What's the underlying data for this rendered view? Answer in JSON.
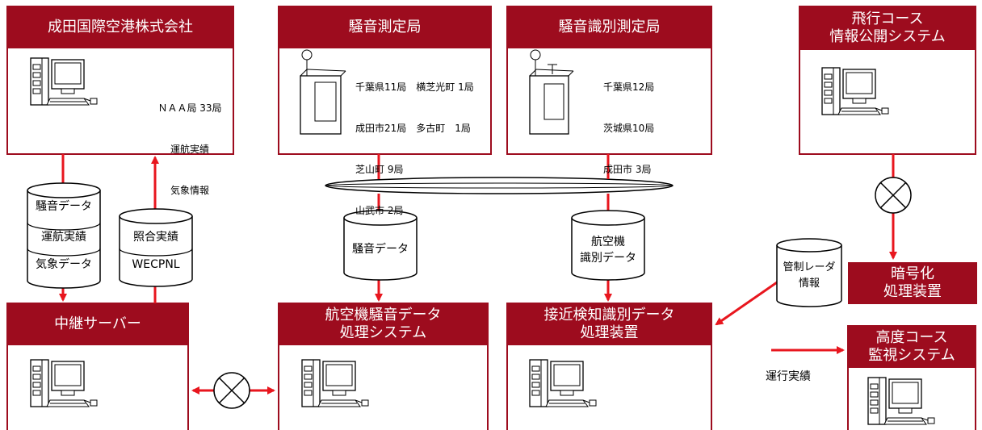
{
  "colors": {
    "accent": "#9d0c1e",
    "arrow": "#e8161e"
  },
  "boxes": {
    "narita": {
      "title": "成田国際空港株式会社",
      "lines": [
        "ＮＡＡ局 33局",
        "運航実績",
        "気象情報"
      ]
    },
    "noise_station": {
      "title": "騒音測定局",
      "lines": [
        "千葉県11局　横芝光町 1局",
        "成田市21局　多古町　1局",
        "芝山町 9局",
        "山武市 2局"
      ]
    },
    "noise_id_station": {
      "title": "騒音識別測定局",
      "lines": [
        "千葉県12局",
        "茨城県10局",
        "成田市 3局"
      ]
    },
    "flight_course": {
      "title": "飛行コース\n情報公開システム"
    },
    "relay": {
      "title": "中継サーバー"
    },
    "noise_processing": {
      "title": "航空機騒音データ\n処理システム"
    },
    "approach": {
      "title": "接近検知識別データ\n処理装置"
    },
    "encryption": {
      "title": "暗号化\n処理装置"
    },
    "altitude": {
      "title": "高度コース\n監視システム"
    }
  },
  "cylinders": {
    "left_stack": [
      "騒音データ",
      "運航実績",
      "気象データ"
    ],
    "collation": [
      "照合実績",
      "WECPNL"
    ],
    "noise_data": "騒音データ",
    "aircraft_id": "航空機\n識別データ",
    "radar": "管制レーダ\n情報"
  },
  "labels": {
    "operation_results": "運行実績"
  },
  "icons": [
    "computer-icon",
    "measurement-station-icon",
    "network-ellipse-icon",
    "encryption-cross-icon",
    "cylinder-icon",
    "arrow-icon"
  ]
}
